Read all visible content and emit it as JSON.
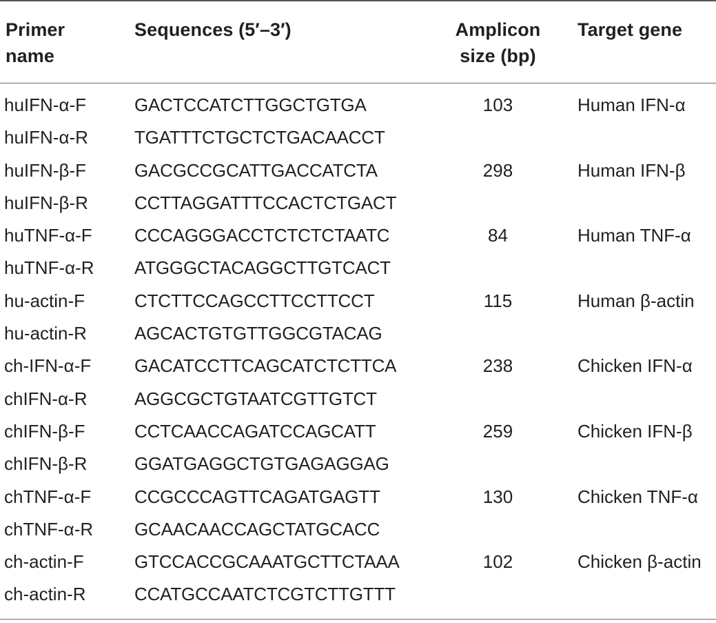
{
  "table": {
    "headers": {
      "primer_name_line1": "Primer",
      "primer_name_line2": "name",
      "sequences": "Sequences (5′–3′)",
      "amplicon_line1": "Amplicon",
      "amplicon_line2": "size (bp)",
      "target_gene": "Target gene"
    },
    "rows": [
      {
        "name": "huIFN-α-F",
        "seq": "GACTCCATCTTGGCTGTGA",
        "size": "103",
        "gene": "Human IFN-α"
      },
      {
        "name": "huIFN-α-R",
        "seq": "TGATTTCTGCTCTGACAACCT",
        "size": "",
        "gene": ""
      },
      {
        "name": "huIFN-β-F",
        "seq": "GACGCCGCATTGACCATCTA",
        "size": "298",
        "gene": "Human IFN-β"
      },
      {
        "name": "huIFN-β-R",
        "seq": "CCTTAGGATTTCCACTCTGACT",
        "size": "",
        "gene": ""
      },
      {
        "name": "huTNF-α-F",
        "seq": "CCCAGGGACCTCTCTCTAATC",
        "size": "84",
        "gene": "Human TNF-α"
      },
      {
        "name": "huTNF-α-R",
        "seq": "ATGGGCTACAGGCTTGTCACT",
        "size": "",
        "gene": ""
      },
      {
        "name": "hu-actin-F",
        "seq": "CTCTTCCAGCCTTCCTTCCT",
        "size": "115",
        "gene": "Human β-actin"
      },
      {
        "name": "hu-actin-R",
        "seq": "AGCACTGTGTTGGCGTACAG",
        "size": "",
        "gene": ""
      },
      {
        "name": "ch-IFN-α-F",
        "seq": "GACATCCTTCAGCATCTCTTCA",
        "size": "238",
        "gene": "Chicken IFN-α"
      },
      {
        "name": "chIFN-α-R",
        "seq": "AGGCGCTGTAATCGTTGTCT",
        "size": "",
        "gene": ""
      },
      {
        "name": "chIFN-β-F",
        "seq": "CCTCAACCAGATCCAGCATT",
        "size": "259",
        "gene": "Chicken IFN-β"
      },
      {
        "name": "chIFN-β-R",
        "seq": "GGATGAGGCTGTGAGAGGAG",
        "size": "",
        "gene": ""
      },
      {
        "name": "chTNF-α-F",
        "seq": "CCGCCCAGTTCAGATGAGTT",
        "size": "130",
        "gene": "Chicken TNF-α"
      },
      {
        "name": "chTNF-α-R",
        "seq": "GCAACAACCAGCTATGCACC",
        "size": "",
        "gene": ""
      },
      {
        "name": "ch-actin-F",
        "seq": "GTCCACCGCAAATGCTTCTAAA",
        "size": "102",
        "gene": "Chicken β-actin"
      },
      {
        "name": "ch-actin-R",
        "seq": "CCATGCCAATCTCGTCTTGTTT",
        "size": "",
        "gene": ""
      }
    ]
  }
}
